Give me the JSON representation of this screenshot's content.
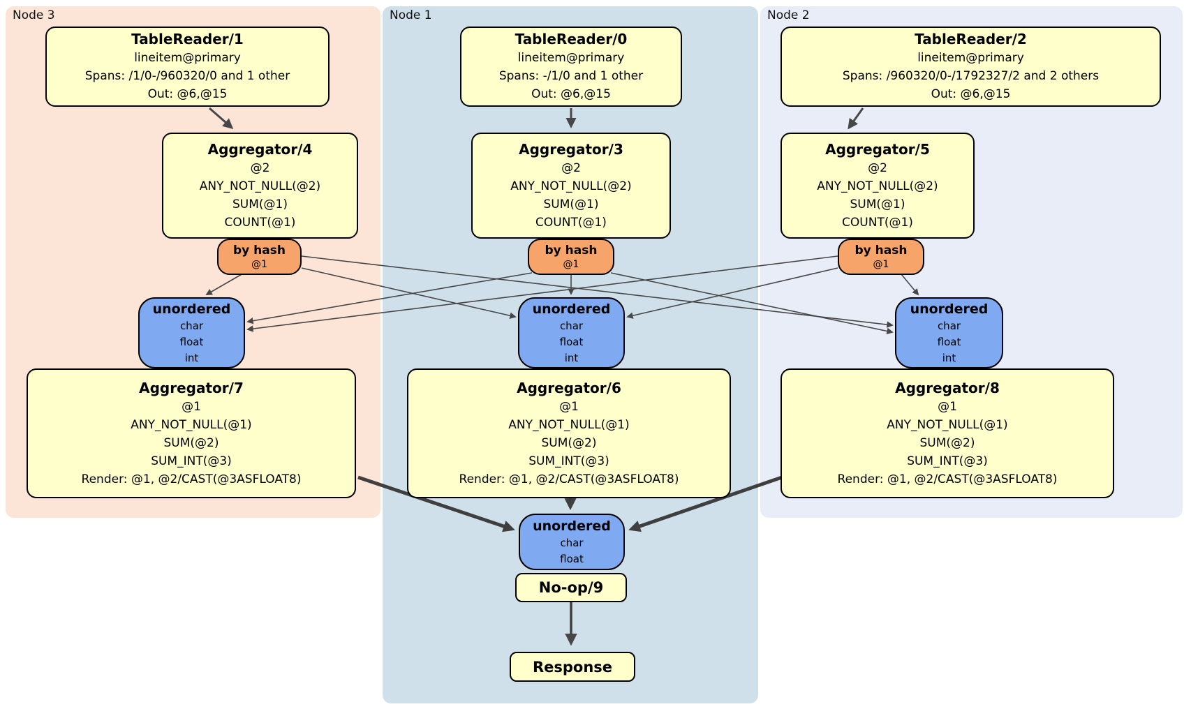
{
  "nodes": {
    "node3": {
      "label": "Node 3",
      "table_reader": {
        "title": "TableReader/1",
        "lines": [
          "lineitem@primary",
          "Spans: /1/0-/960320/0 and 1 other",
          "Out: @6,@15"
        ]
      },
      "aggregator_top": {
        "title": "Aggregator/4",
        "lines": [
          "@2",
          "ANY_NOT_NULL(@2)",
          "SUM(@1)",
          "COUNT(@1)"
        ]
      },
      "router": {
        "title": "by hash",
        "detail": "@1"
      },
      "sync": {
        "title": "unordered",
        "lines": [
          "char",
          "float",
          "int"
        ]
      },
      "aggregator_bottom": {
        "title": "Aggregator/7",
        "lines": [
          "@1",
          "ANY_NOT_NULL(@1)",
          "SUM(@2)",
          "SUM_INT(@3)",
          "Render: @1, @2/CAST(@3ASFLOAT8)"
        ]
      }
    },
    "node1": {
      "label": "Node 1",
      "table_reader": {
        "title": "TableReader/0",
        "lines": [
          "lineitem@primary",
          "Spans: -/1/0 and 1 other",
          "Out: @6,@15"
        ]
      },
      "aggregator_top": {
        "title": "Aggregator/3",
        "lines": [
          "@2",
          "ANY_NOT_NULL(@2)",
          "SUM(@1)",
          "COUNT(@1)"
        ]
      },
      "router": {
        "title": "by hash",
        "detail": "@1"
      },
      "sync": {
        "title": "unordered",
        "lines": [
          "char",
          "float",
          "int"
        ]
      },
      "aggregator_bottom": {
        "title": "Aggregator/6",
        "lines": [
          "@1",
          "ANY_NOT_NULL(@1)",
          "SUM(@2)",
          "SUM_INT(@3)",
          "Render: @1, @2/CAST(@3ASFLOAT8)"
        ]
      },
      "final_sync": {
        "title": "unordered",
        "lines": [
          "char",
          "float"
        ]
      },
      "noop": {
        "title": "No-op/9"
      },
      "response": {
        "title": "Response"
      }
    },
    "node2": {
      "label": "Node 2",
      "table_reader": {
        "title": "TableReader/2",
        "lines": [
          "lineitem@primary",
          "Spans: /960320/0-/1792327/2 and 2 others",
          "Out: @6,@15"
        ]
      },
      "aggregator_top": {
        "title": "Aggregator/5",
        "lines": [
          "@2",
          "ANY_NOT_NULL(@2)",
          "SUM(@1)",
          "COUNT(@1)"
        ]
      },
      "router": {
        "title": "by hash",
        "detail": "@1"
      },
      "sync": {
        "title": "unordered",
        "lines": [
          "char",
          "float",
          "int"
        ]
      },
      "aggregator_bottom": {
        "title": "Aggregator/8",
        "lines": [
          "@1",
          "ANY_NOT_NULL(@1)",
          "SUM(@2)",
          "SUM_INT(@3)",
          "Render: @1, @2/CAST(@3ASFLOAT8)"
        ]
      }
    }
  },
  "colors": {
    "processor_box": "#ffffcc",
    "router_box": "#f6a469",
    "sync_box": "#7fa9f0",
    "node3_bg": "#fce4d7",
    "node1_bg": "#cfe0ea",
    "node2_bg": "#e8edf8",
    "box_border": "#000000",
    "edge": "#474747"
  }
}
